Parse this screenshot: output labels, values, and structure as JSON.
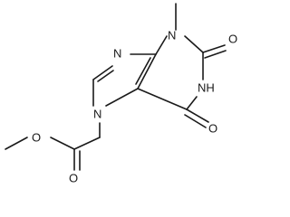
{
  "structure": {
    "atoms": {
      "n9": "N",
      "n3": "N",
      "o2": "O",
      "n1": "NH",
      "n7": "N",
      "o6": "O",
      "o_ether": "O",
      "o_carbonyl": "O"
    }
  }
}
